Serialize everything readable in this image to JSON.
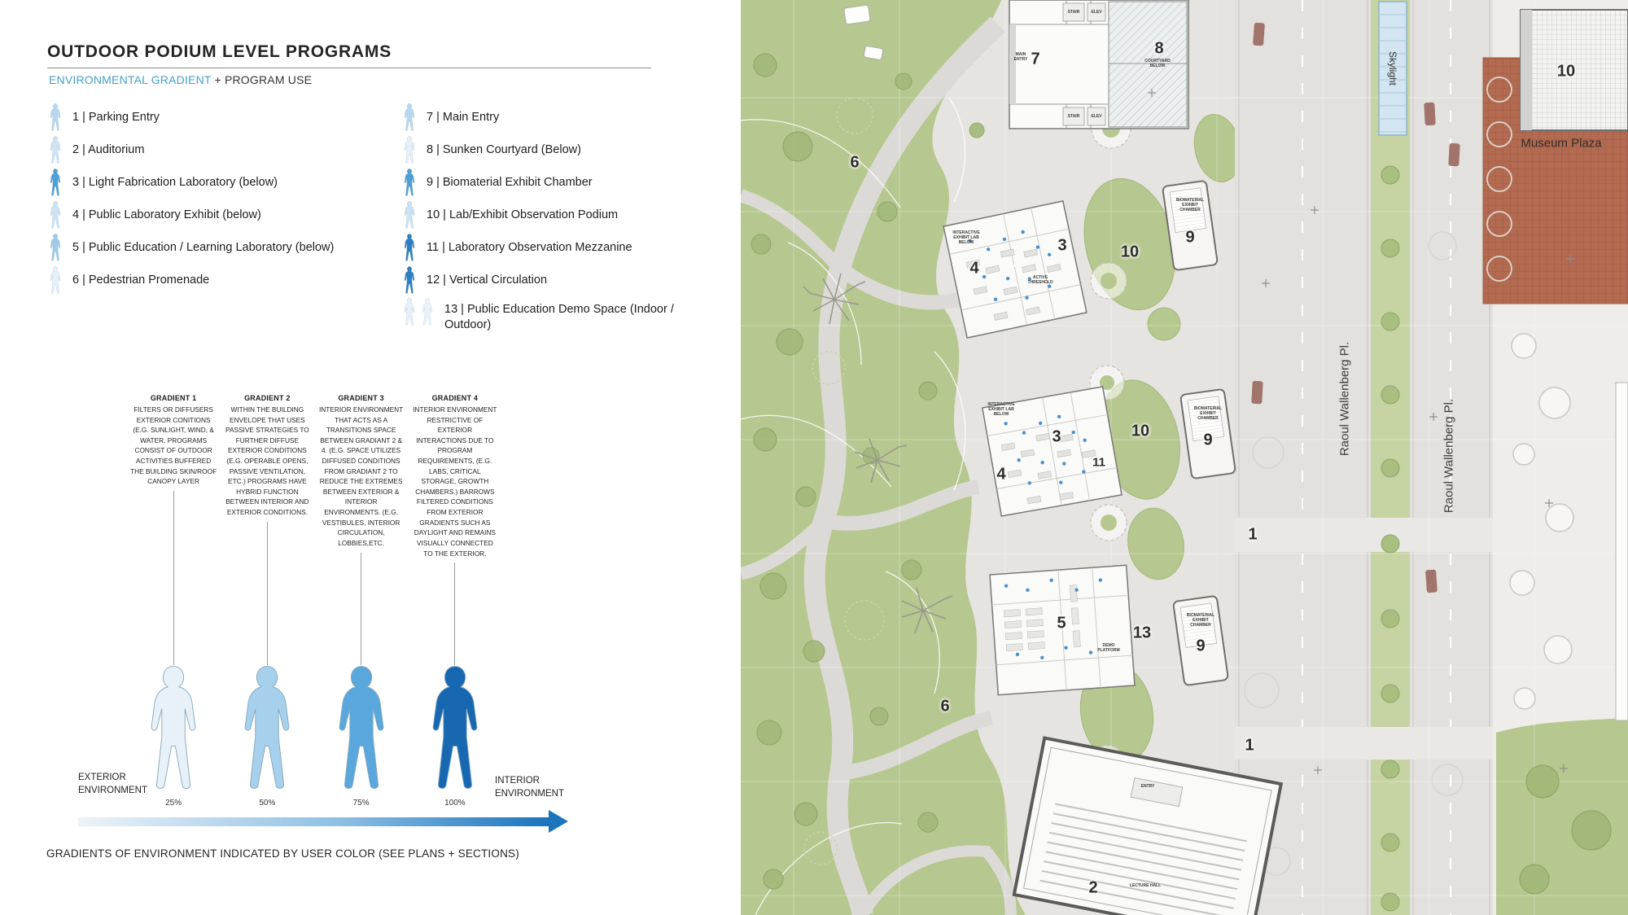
{
  "panel": {
    "title": "OUTDOOR PODIUM LEVEL PROGRAMS",
    "subtitle_highlight": "ENVIRONMENTAL GRADIENT",
    "subtitle_rest": " + PROGRAM USE",
    "legend_col1": [
      {
        "text": "1 | Parking Entry",
        "color": "#b8d7ee"
      },
      {
        "text": "2 | Auditorium",
        "color": "#cde3f4"
      },
      {
        "text": "3 | Light Fabrication Laboratory (below)",
        "color": "#4d9fd6"
      },
      {
        "text": "4 | Public Laboratory Exhibit (below)",
        "color": "#cde3f4"
      },
      {
        "text": "5 | Public Education / Learning Laboratory (below)",
        "color": "#9ecae6"
      },
      {
        "text": "6 | Pedestrian Promenade",
        "color": "#e7f0f8"
      }
    ],
    "legend_col2": [
      {
        "text": "7 | Main Entry",
        "color": "#b8d7ee"
      },
      {
        "text": "8 | Sunken Courtyard (Below)",
        "color": "#e7f0f8"
      },
      {
        "text": "9 | Biomaterial Exhibit Chamber",
        "color": "#4d9fd6"
      },
      {
        "text": "10 | Lab/Exhibit Observation Podium",
        "color": "#cde3f4"
      },
      {
        "text": "11 | Laboratory Observation Mezzanine",
        "color": "#2e7fc2"
      },
      {
        "text": "12 | Vertical Circulation",
        "color": "#2e7fc2"
      },
      {
        "text": "13 | Public Education Demo Space (Indoor / Outdoor)",
        "color": "#e7f0f8"
      }
    ],
    "gradients": [
      {
        "heading": "GRADIENT 1",
        "body": "FILTERS OR DIFFUSERS EXTERIOR CONITIONS (E.G. SUNLIGHT, WIND, & WATER. PROGRAMS CONSIST OF OUTDOOR ACTIVITIES BUFFERED THE BUILDING SKIN/ROOF CANOPY LAYER",
        "pct": "25%",
        "color": "#e9f1f8"
      },
      {
        "heading": "GRADIENT 2",
        "body": "WITHIN THE BUILDING ENVELOPE THAT USES PASSIVE STRATEGIES TO FURTHER DIFFUSE EXTERIOR CONDITIONS (E.G. OPERABLE OPENS, PASSIVE VENTILATION, ETC.) PROGRAMS HAVE HYBRID FUNCTION BETWEEN INTERIOR AND EXTERIOR CONDITIONS.",
        "pct": "50%",
        "color": "#a6d0ec"
      },
      {
        "heading": "GRADIENT 3",
        "body": "INTERIOR ENVIRONMENT THAT ACTS AS A TRANSITIONS SPACE BETWEEN GRADIANT 2 & 4. (E.G. SPACE UTILIZES DIFFUSED CONDITIONS FROM GRADIANT 2 TO REDUCE THE EXTREMES BETWEEN EXTERIOR & INTERIOR ENVIRONMENTS. (E.G. VESTIBULES, INTERIOR CIRCULATION, LOBBIES,ETC.",
        "pct": "75%",
        "color": "#59a7dc"
      },
      {
        "heading": "GRADIENT 4",
        "body": "INTERIOR ENVIRONMENT RESTRICTIVE OF EXTERIOR INTERACTIONS DUE TO PROGRAM REQUIREMENTS, (E.G. LABS, CRITICAL STORAGE, GROWTH CHAMBERS.) BARROWS FILTERED CONDITIONS FROM EXTERIOR GRADIENTS SUCH AS DAYLIGHT AND REMAINS VISUALLY CONNECTED TO THE EXTERIOR.",
        "pct": "100%",
        "color": "#1767b1"
      }
    ],
    "exterior_label": "EXTERIOR ENVIRONMENT",
    "interior_label": "INTERIOR ENVIRONMENT",
    "caption": "GRADIENTS OF ENVIRONMENT INDICATED BY USER COLOR (SEE PLANS + SECTIONS)"
  },
  "plan": {
    "markers": [
      "6",
      "7",
      "8",
      "10",
      "4",
      "3",
      "10",
      "9",
      "3",
      "4",
      "11",
      "10",
      "9",
      "1",
      "5",
      "13",
      "9",
      "6",
      "1",
      "2"
    ],
    "street_labels": [
      "Raoul Wallenberg Pl.",
      "Raoul Wallenberg Pl."
    ],
    "skylight_label": "Skylight",
    "museum_plaza_label": "Museum Plaza",
    "small_labels": {
      "stair": "STAIR",
      "elev": "ELEV",
      "main_entry": "MAIN ENTRY",
      "courtyard_below": "COURTYARD BELOW",
      "biomaterial": "BIOMATERIAL EXHIBIT CHAMBER",
      "interactive": "INTERACTIVE EXHIBIT LAB BELOW",
      "active_threshold": "ACTIVE THRESHOLD",
      "demo_platform": "DEMO PLATFORM",
      "entry": "ENTRY",
      "lecture_hall": "LECTURE HALL"
    }
  },
  "colors": {
    "accent_blue": "#45a1c8",
    "park_green": "#b6c78f",
    "terracotta": "#b26a50",
    "arrow_blue": "#1b74bc"
  }
}
